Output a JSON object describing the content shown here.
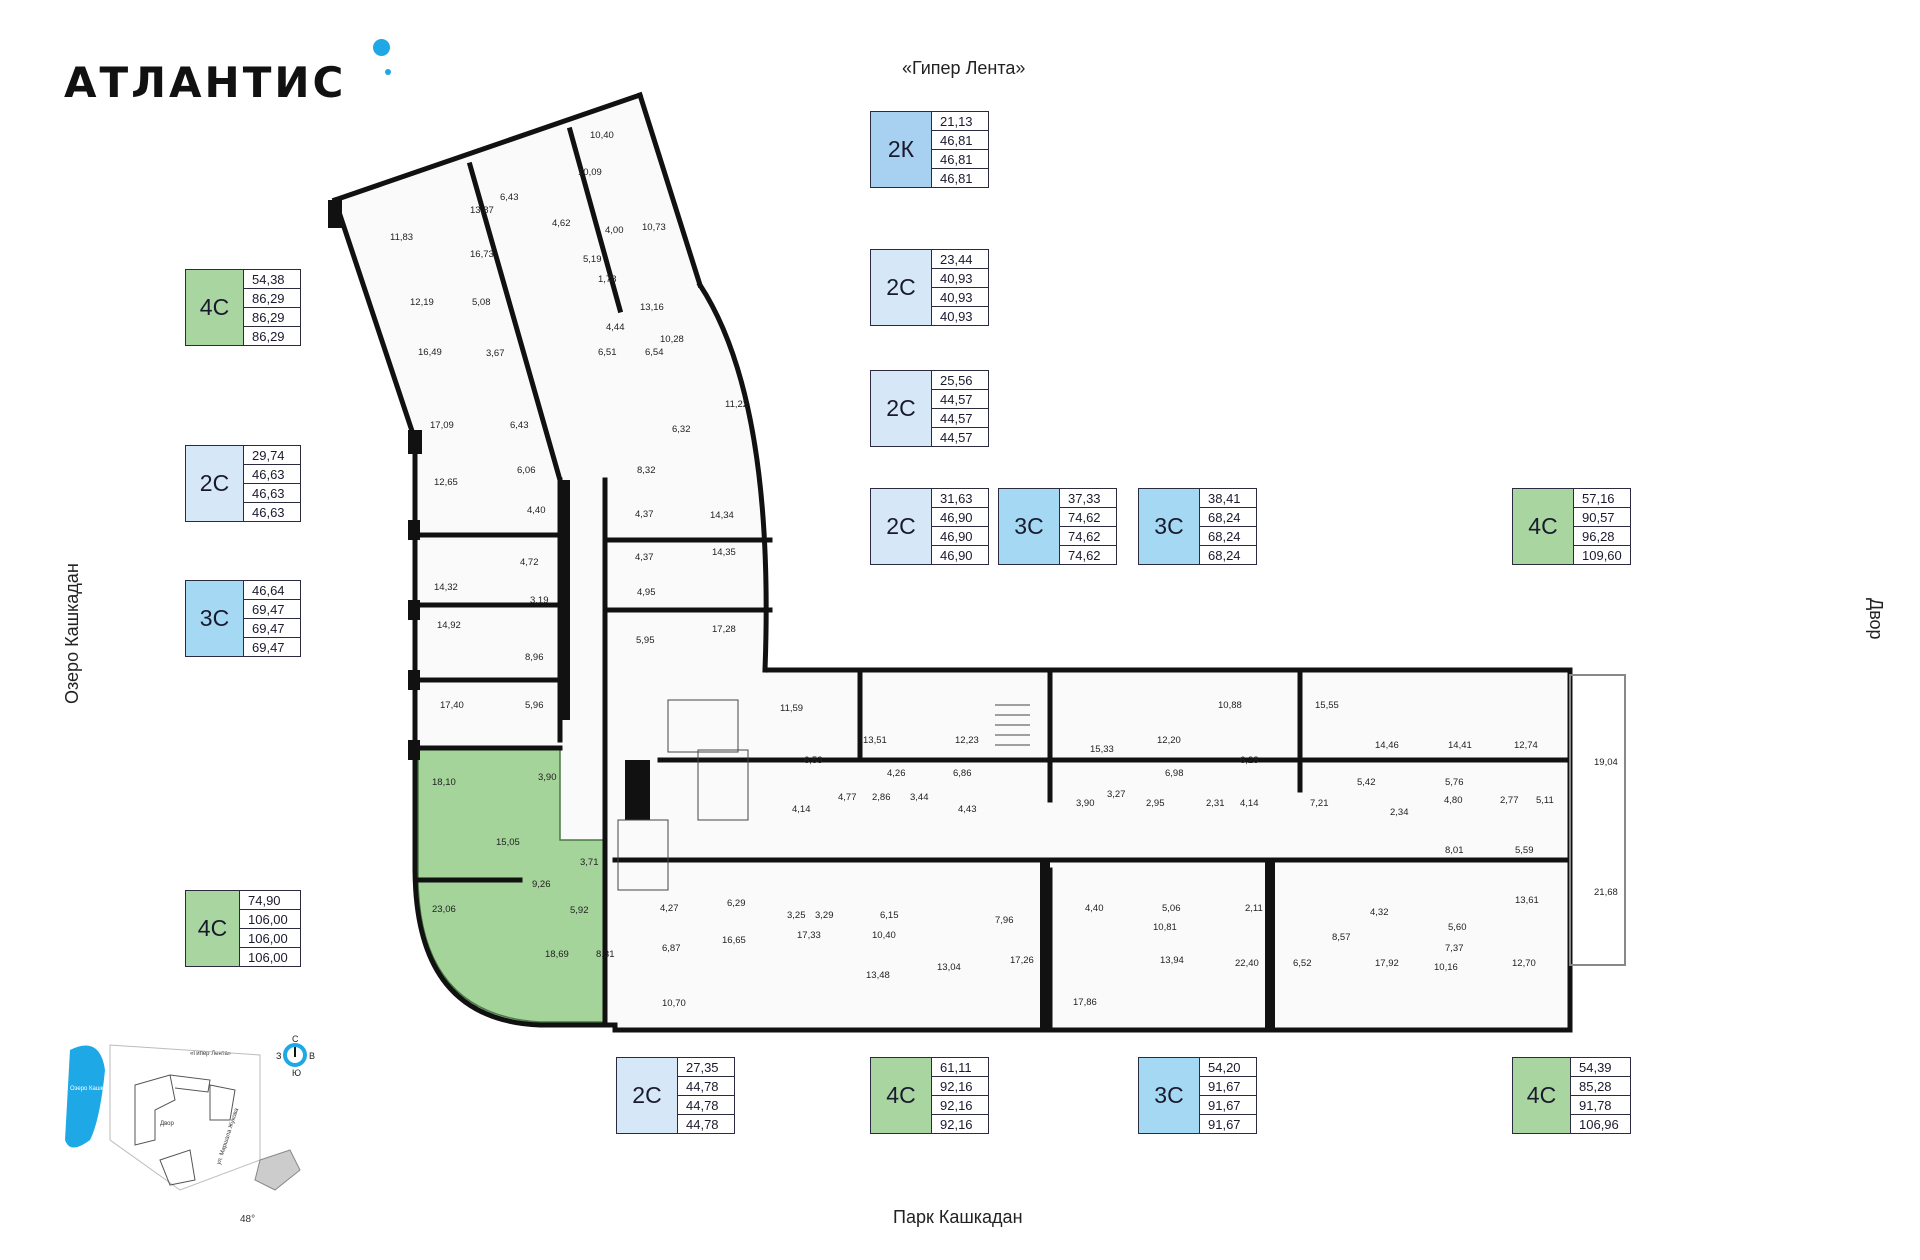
{
  "brand": {
    "name": "АТЛАНТИС",
    "accent": "#1ea8e6"
  },
  "labels": {
    "north": "«Гипер Лента»",
    "south": "Парк Кашкадан",
    "west": "Озеро Кашкадан",
    "east": "Двор",
    "compass_n": "С",
    "compass_s": "Ю",
    "compass_w": "З",
    "compass_e": "В",
    "rotation": "48°",
    "mini_north": "«Гипер Лента»",
    "mini_lake": "Озеро Кашкадан",
    "mini_yard": "Двор",
    "mini_street": "ул. Маршала Жукова"
  },
  "colors": {
    "2K": "#a8d0f0",
    "2C": "#d6e8f8",
    "3C": "#a5d8f3",
    "4C": "#a9d6a0",
    "highlight": "#a4d49a"
  },
  "cards": [
    {
      "id": "c2k",
      "code": "2К",
      "type": "2K",
      "values": [
        "21,13",
        "46,81",
        "46,81",
        "46,81"
      ]
    },
    {
      "id": "c2c1",
      "code": "2С",
      "type": "2C",
      "values": [
        "23,44",
        "40,93",
        "40,93",
        "40,93"
      ]
    },
    {
      "id": "c2c2",
      "code": "2С",
      "type": "2C",
      "values": [
        "25,56",
        "44,57",
        "44,57",
        "44,57"
      ]
    },
    {
      "id": "c2c3",
      "code": "2С",
      "type": "2C",
      "values": [
        "31,63",
        "46,90",
        "46,90",
        "46,90"
      ]
    },
    {
      "id": "c3c1",
      "code": "3С",
      "type": "3C",
      "values": [
        "37,33",
        "74,62",
        "74,62",
        "74,62"
      ]
    },
    {
      "id": "c3c2",
      "code": "3С",
      "type": "3C",
      "values": [
        "38,41",
        "68,24",
        "68,24",
        "68,24"
      ]
    },
    {
      "id": "c4c1",
      "code": "4С",
      "type": "4C",
      "values": [
        "57,16",
        "90,57",
        "96,28",
        "109,60"
      ]
    },
    {
      "id": "c4c2",
      "code": "4С",
      "type": "4C",
      "values": [
        "54,38",
        "86,29",
        "86,29",
        "86,29"
      ]
    },
    {
      "id": "c2c4",
      "code": "2С",
      "type": "2C",
      "values": [
        "29,74",
        "46,63",
        "46,63",
        "46,63"
      ]
    },
    {
      "id": "c3c3",
      "code": "3С",
      "type": "3C",
      "values": [
        "46,64",
        "69,47",
        "69,47",
        "69,47"
      ]
    },
    {
      "id": "c4c3",
      "code": "4С",
      "type": "4C",
      "values": [
        "74,90",
        "106,00",
        "106,00",
        "106,00"
      ]
    },
    {
      "id": "c2c5",
      "code": "2С",
      "type": "2C",
      "values": [
        "27,35",
        "44,78",
        "44,78",
        "44,78"
      ]
    },
    {
      "id": "c4c4",
      "code": "4С",
      "type": "4C",
      "values": [
        "61,11",
        "92,16",
        "92,16",
        "92,16"
      ]
    },
    {
      "id": "c3c4",
      "code": "3С",
      "type": "3C",
      "values": [
        "54,20",
        "91,67",
        "91,67",
        "91,67"
      ]
    },
    {
      "id": "c4c5",
      "code": "4С",
      "type": "4C",
      "values": [
        "54,39",
        "85,28",
        "91,78",
        "106,96"
      ]
    }
  ],
  "room_areas": [
    "10,40",
    "10,09",
    "6,43",
    "13,87",
    "11,83",
    "4,62",
    "4,00",
    "10,73",
    "16,73",
    "5,19",
    "1,78",
    "13,16",
    "12,19",
    "5,08",
    "4,44",
    "10,28",
    "16,49",
    "3,67",
    "6,51",
    "6,54",
    "11,22",
    "17,09",
    "6,43",
    "6,32",
    "12,65",
    "6,06",
    "8,32",
    "4,40",
    "4,37",
    "14,34",
    "4,37",
    "14,35",
    "4,72",
    "14,32",
    "4,95",
    "3,19",
    "14,92",
    "5,95",
    "17,28",
    "8,96",
    "17,40",
    "5,96",
    "11,59",
    "13,51",
    "12,23",
    "15,33",
    "12,20",
    "10,88",
    "15,55",
    "14,46",
    "14,41",
    "12,74",
    "19,04",
    "6,53",
    "4,26",
    "6,86",
    "6,98",
    "6,28",
    "5,42",
    "5,76",
    "4,14",
    "4,77",
    "2,86",
    "3,44",
    "4,43",
    "3,90",
    "3,27",
    "2,95",
    "2,31",
    "4,14",
    "7,21",
    "2,34",
    "4,80",
    "2,77",
    "5,11",
    "8,01",
    "5,59",
    "21,68",
    "18,10",
    "3,90",
    "15,05",
    "3,71",
    "9,26",
    "5,92",
    "23,06",
    "4,27",
    "6,29",
    "3,25",
    "3,29",
    "6,15",
    "7,96",
    "4,40",
    "5,06",
    "2,11",
    "4,32",
    "13,61",
    "10,81",
    "8,57",
    "5,60",
    "6,87",
    "16,65",
    "17,33",
    "10,40",
    "17,26",
    "13,94",
    "22,40",
    "7,37",
    "18,69",
    "8,31",
    "13,48",
    "13,04",
    "17,86",
    "6,52",
    "17,92",
    "10,16",
    "12,70",
    "10,70"
  ]
}
